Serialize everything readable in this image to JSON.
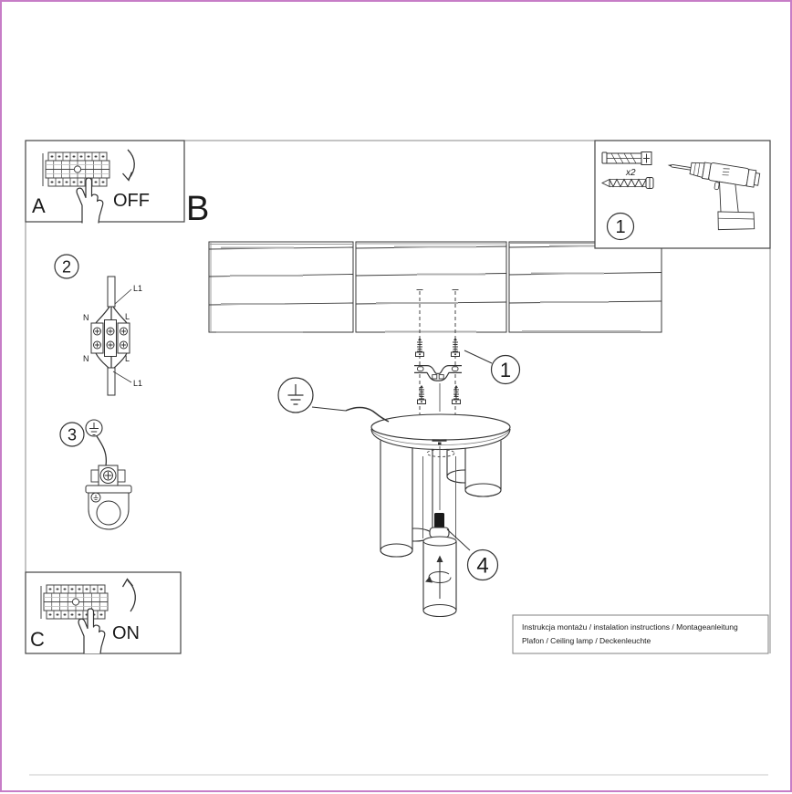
{
  "colors": {
    "border": "#c77dc7",
    "line": "#333333",
    "frame": "#8a8a8a"
  },
  "labels": {
    "section_b": "B",
    "panel_a": "A",
    "panel_c": "C",
    "off": "OFF",
    "on": "ON",
    "qty": "x2",
    "step1": "1",
    "step2": "2",
    "step3": "3",
    "step4": "4",
    "l1_top": "L1",
    "n_top": "N",
    "l_top": "L",
    "n_bottom": "N",
    "l_bottom": "L",
    "l1_bottom": "L1"
  },
  "footer": {
    "line1": "Instrukcja montażu / instalation instructions / Montageanleitung",
    "line2": "Plafon / Ceiling lamp / Deckenleuchte"
  }
}
